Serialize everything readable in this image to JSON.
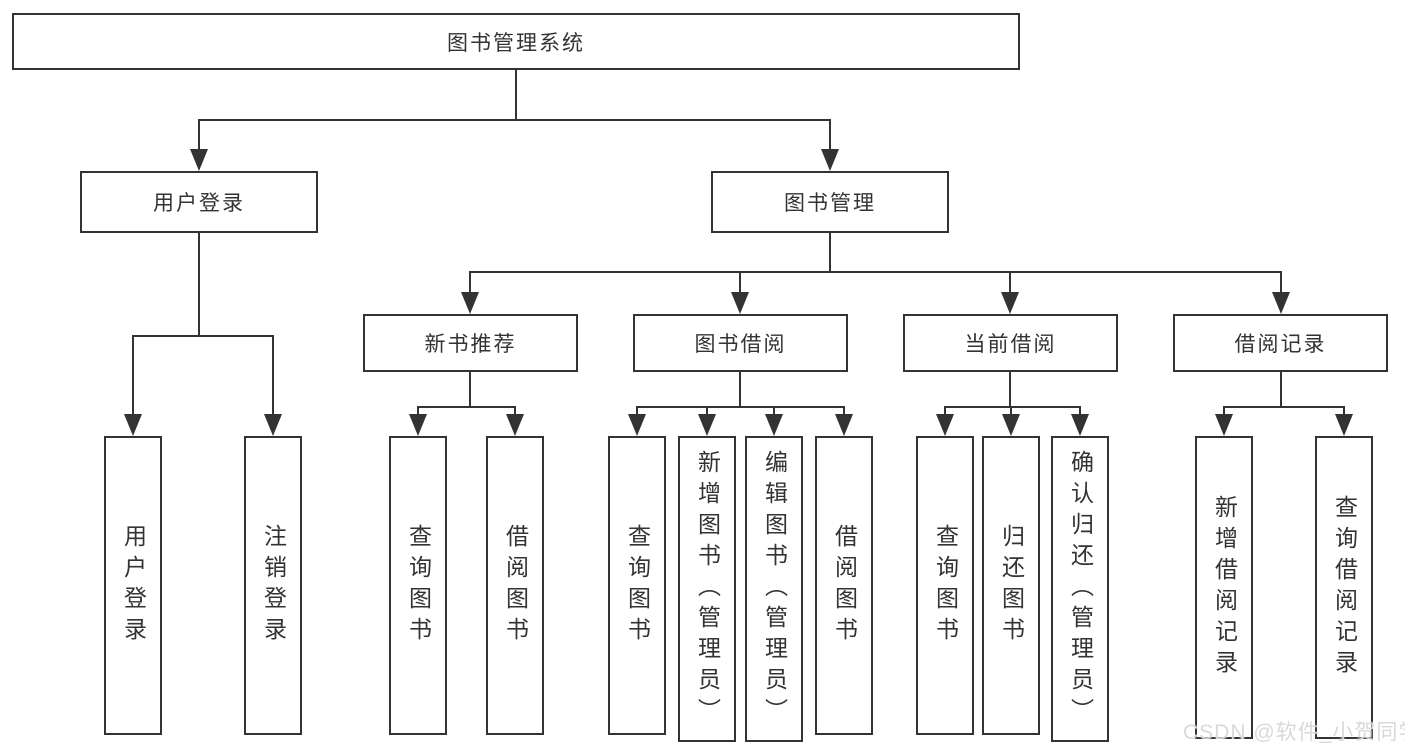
{
  "diagram_type": "hierarchy-tree",
  "colors": {
    "line": "#333333",
    "box_fill": "#ffffff",
    "text": "#333333",
    "watermark": "#d7d7d7"
  },
  "tree": {
    "label": "图书管理系统",
    "children": [
      {
        "label": "用户登录",
        "children": [
          {
            "label": "用户登录"
          },
          {
            "label": "注销登录"
          }
        ]
      },
      {
        "label": "图书管理",
        "children": [
          {
            "label": "新书推荐",
            "children": [
              {
                "label": "查询图书"
              },
              {
                "label": "借阅图书"
              }
            ]
          },
          {
            "label": "图书借阅",
            "children": [
              {
                "label": "查询图书"
              },
              {
                "label": "新增图书（管理员）"
              },
              {
                "label": "编辑图书（管理员）"
              },
              {
                "label": "借阅图书"
              }
            ]
          },
          {
            "label": "当前借阅",
            "children": [
              {
                "label": "查询图书"
              },
              {
                "label": "归还图书"
              },
              {
                "label": "确认归还（管理员）"
              }
            ]
          },
          {
            "label": "借阅记录",
            "children": [
              {
                "label": "新增借阅记录"
              },
              {
                "label": "查询借阅记录"
              }
            ]
          }
        ]
      }
    ]
  },
  "watermark": {
    "text": "CSDN @软件_小贺同学"
  }
}
